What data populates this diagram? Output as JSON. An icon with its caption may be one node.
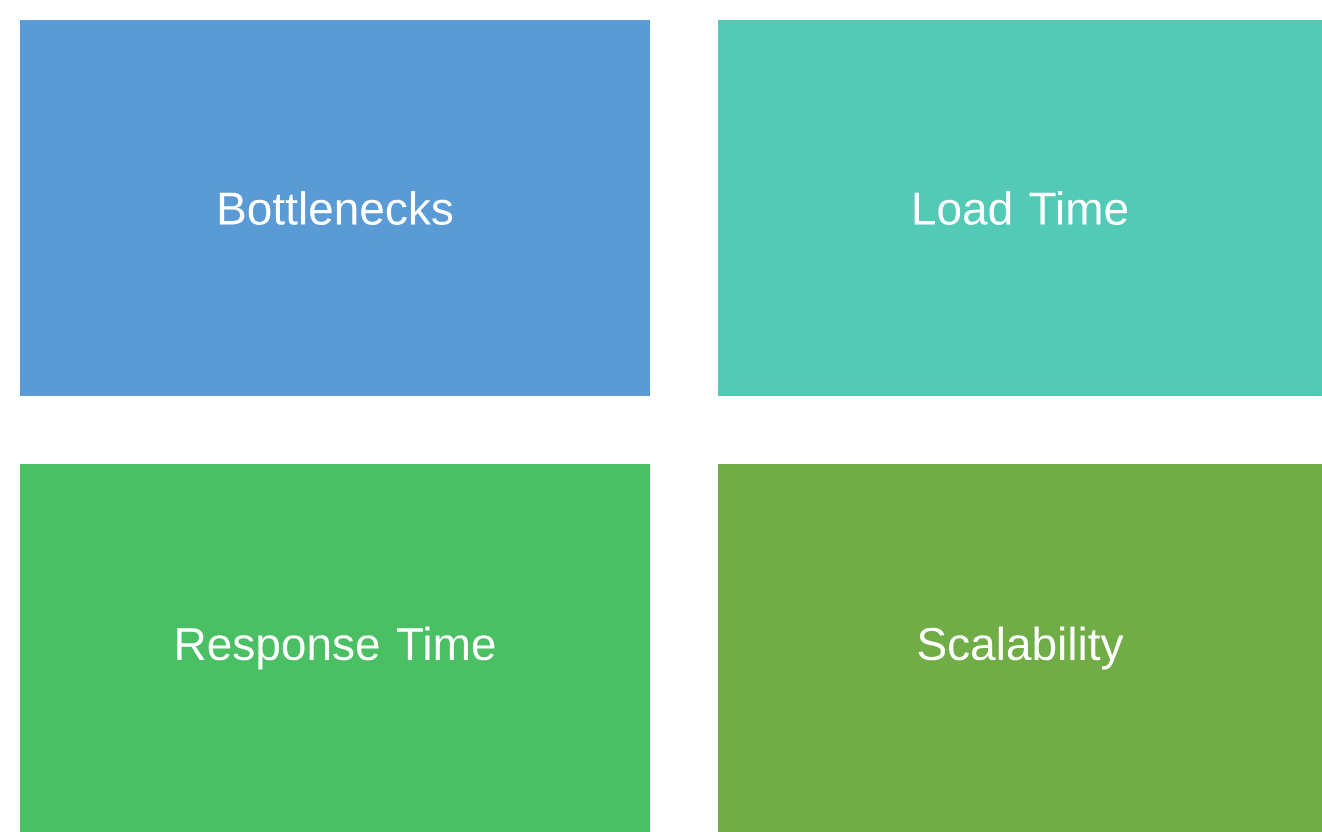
{
  "diagram": {
    "nodes": [
      {
        "text": [
          "Bottlenecks"
        ]
      },
      {
        "text": [
          "Load Time"
        ]
      },
      {
        "text": [
          "Response Time"
        ]
      },
      {
        "text": [
          "Scalability"
        ]
      }
    ]
  }
}
